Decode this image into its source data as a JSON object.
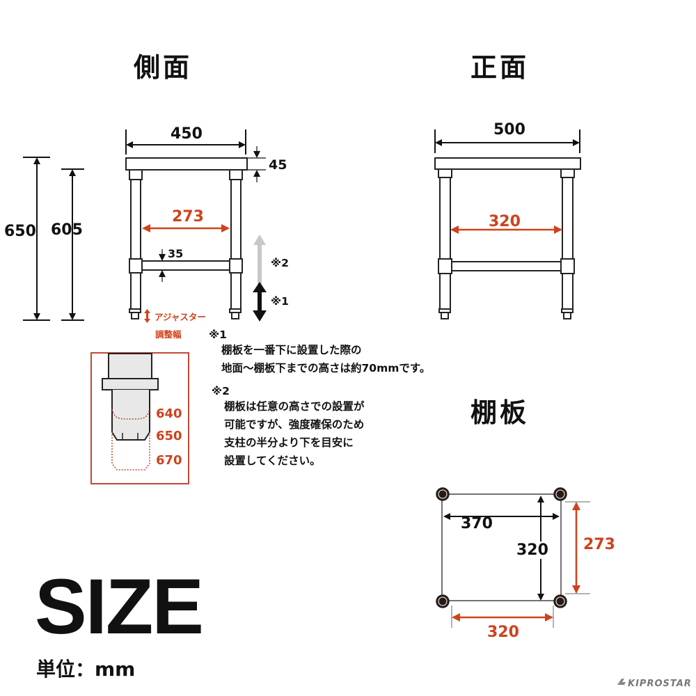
{
  "side_view": {
    "title": "側面",
    "dims": {
      "width": "450",
      "top_thickness": "45",
      "total_height": "650",
      "height_to_top_underside": "605",
      "inner_width": "273",
      "shelf_bar": "35"
    },
    "arrow_notes": {
      "upper": "※2",
      "lower": "※1"
    },
    "adjuster_label": "アジャスター",
    "adjuster_label2": "調整幅"
  },
  "front_view": {
    "title": "正面",
    "dims": {
      "width": "500",
      "inner_width": "320"
    }
  },
  "adjuster_detail": {
    "heights": [
      "640",
      "650",
      "670"
    ]
  },
  "notes": [
    {
      "mark": "※1",
      "lines": [
        "棚板を一番下に設置した際の",
        "地面～棚板下までの高さは約70mmです。"
      ]
    },
    {
      "mark": "※2",
      "lines": [
        "棚板は任意の高さでの設置が",
        "可能ですが、強度確保のため",
        "支柱の半分より下を目安に",
        "設置してください。"
      ]
    }
  ],
  "shelf_view": {
    "title": "棚板",
    "dims": {
      "outer_width": "370",
      "depth": "320",
      "inner_depth": "273",
      "inner_width": "320"
    }
  },
  "size_heading": "SIZE",
  "unit_label": "単位：mm",
  "brand": "KIPROSTAR",
  "colors": {
    "accent_red": "#d0421b",
    "line": "#222222",
    "arrow_gray": "#c8c8c8"
  }
}
